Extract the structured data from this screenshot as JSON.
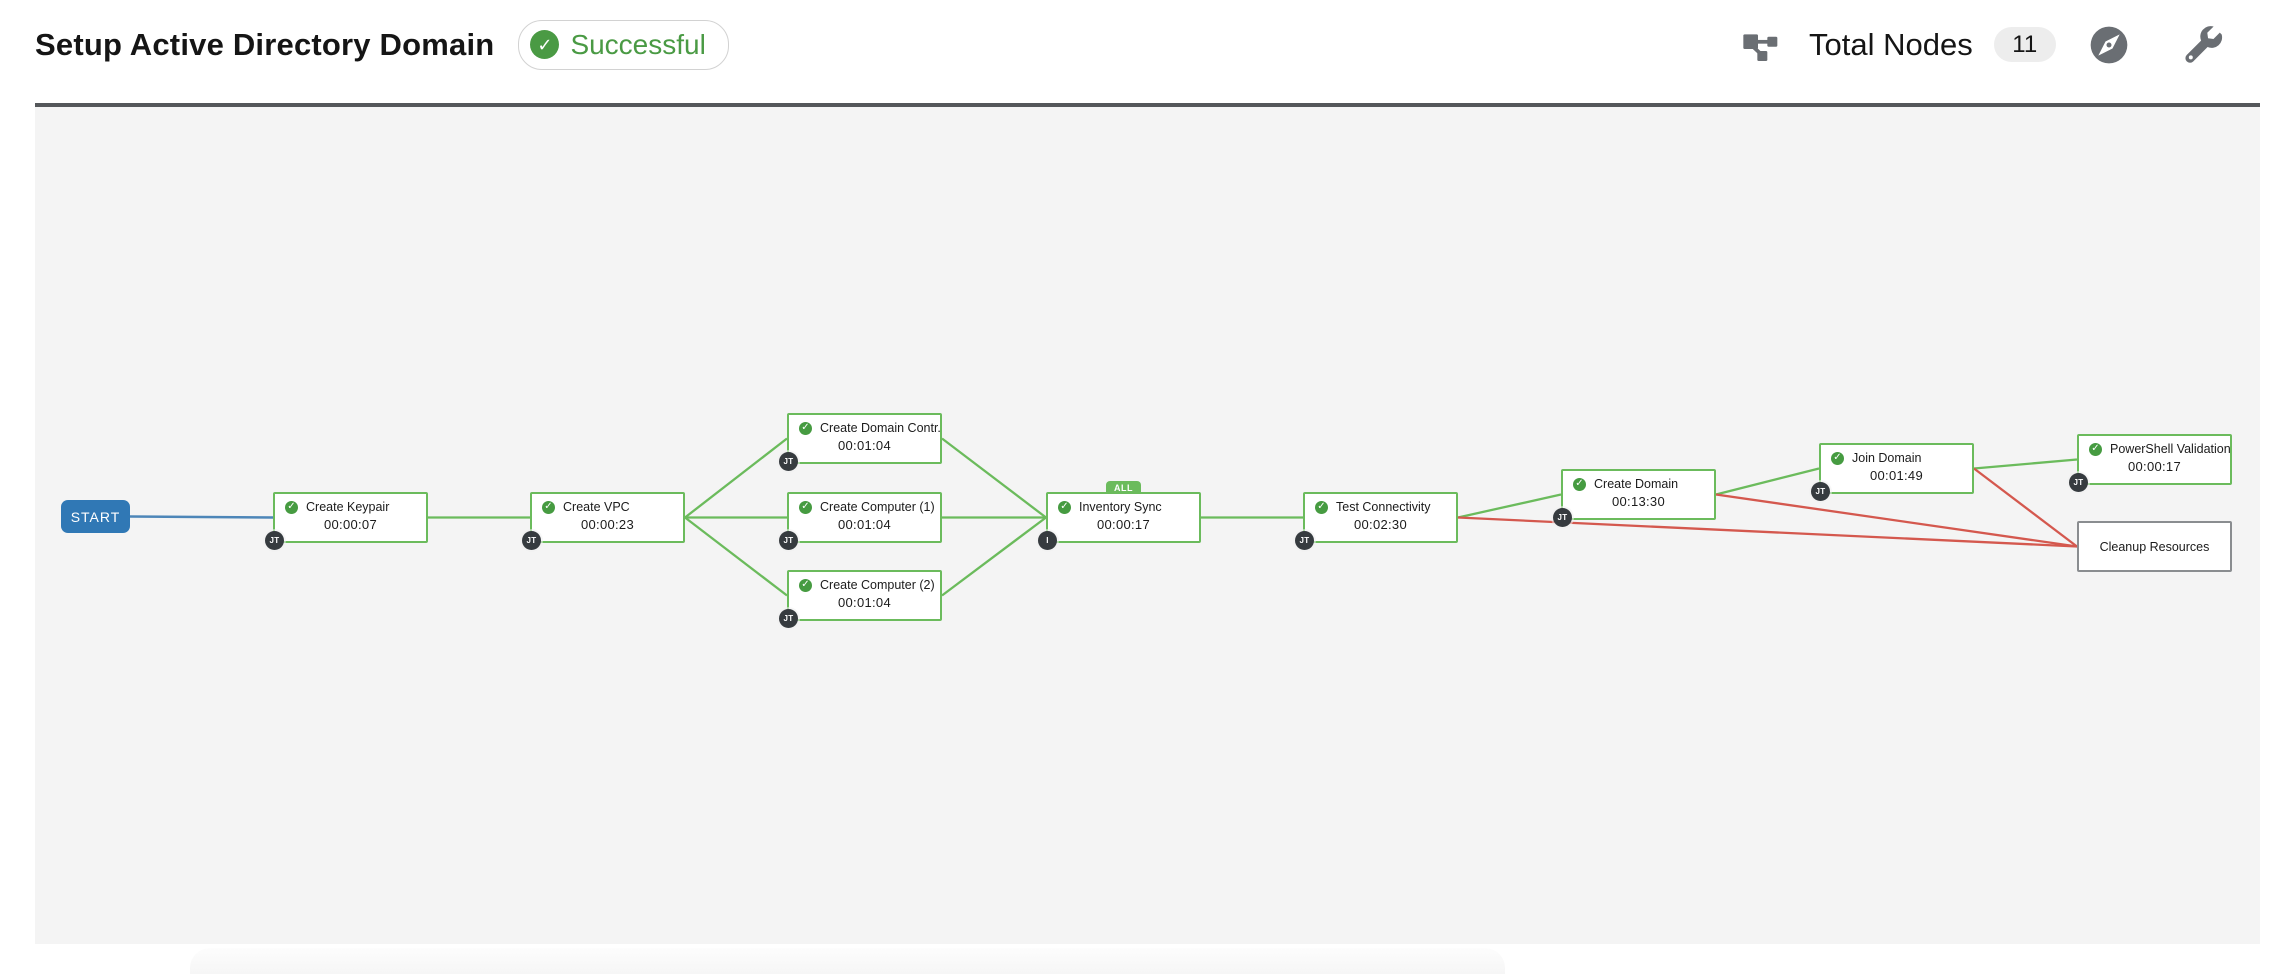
{
  "header": {
    "title": "Setup Active Directory Domain",
    "status_label": "Successful",
    "total_nodes_label": "Total Nodes",
    "total_nodes_count": "11"
  },
  "icons": {
    "status_check": "check-circle-icon",
    "sitemap": "sitemap-icon",
    "compass": "compass-icon",
    "wrench": "wrench-icon"
  },
  "colors": {
    "success_green": "#4a9a44",
    "check_icon_green": "#469b41",
    "edge_success": "#6bbb5c",
    "edge_failure": "#d4584e",
    "edge_always": "#4d86b8",
    "node_border_default": "#8a8d90",
    "start_node_blue": "#3078b5",
    "runner_badge_dark": "#363b3f",
    "canvas_background": "#f4f4f4"
  },
  "workflow": {
    "start_label": "START",
    "nodes": [
      {
        "id": "create-keypair",
        "label": "Create Keypair",
        "elapsed": "00:00:07",
        "runner_badge": "JT",
        "status": "successful"
      },
      {
        "id": "create-vpc",
        "label": "Create VPC",
        "elapsed": "00:00:23",
        "runner_badge": "JT",
        "status": "successful"
      },
      {
        "id": "create-domain-controller",
        "label": "Create Domain Contr...",
        "elapsed": "00:01:04",
        "runner_badge": "JT",
        "status": "successful"
      },
      {
        "id": "create-computer-1",
        "label": "Create Computer (1)",
        "elapsed": "00:01:04",
        "runner_badge": "JT",
        "status": "successful"
      },
      {
        "id": "create-computer-2",
        "label": "Create Computer (2)",
        "elapsed": "00:01:04",
        "runner_badge": "JT",
        "status": "successful"
      },
      {
        "id": "inventory-sync",
        "label": "Inventory Sync",
        "elapsed": "00:00:17",
        "runner_badge": "I",
        "status": "successful",
        "convergence_label": "ALL"
      },
      {
        "id": "test-connectivity",
        "label": "Test Connectivity",
        "elapsed": "00:02:30",
        "runner_badge": "JT",
        "status": "successful"
      },
      {
        "id": "create-domain",
        "label": "Create Domain",
        "elapsed": "00:13:30",
        "runner_badge": "JT",
        "status": "successful"
      },
      {
        "id": "join-domain",
        "label": "Join Domain",
        "elapsed": "00:01:49",
        "runner_badge": "JT",
        "status": "successful"
      },
      {
        "id": "powershell-validation",
        "label": "PowerShell Validation",
        "elapsed": "00:00:17",
        "runner_badge": "JT",
        "status": "successful"
      },
      {
        "id": "cleanup-resources",
        "label": "Cleanup Resources",
        "status": "not-run"
      }
    ],
    "edges": [
      {
        "from": "start",
        "to": "create-keypair",
        "type": "always"
      },
      {
        "from": "create-keypair",
        "to": "create-vpc",
        "type": "success"
      },
      {
        "from": "create-vpc",
        "to": "create-domain-controller",
        "type": "success"
      },
      {
        "from": "create-vpc",
        "to": "create-computer-1",
        "type": "success"
      },
      {
        "from": "create-vpc",
        "to": "create-computer-2",
        "type": "success"
      },
      {
        "from": "create-domain-controller",
        "to": "inventory-sync",
        "type": "success"
      },
      {
        "from": "create-computer-1",
        "to": "inventory-sync",
        "type": "success"
      },
      {
        "from": "create-computer-2",
        "to": "inventory-sync",
        "type": "success"
      },
      {
        "from": "inventory-sync",
        "to": "test-connectivity",
        "type": "success"
      },
      {
        "from": "test-connectivity",
        "to": "create-domain",
        "type": "success"
      },
      {
        "from": "test-connectivity",
        "to": "cleanup-resources",
        "type": "failure"
      },
      {
        "from": "create-domain",
        "to": "join-domain",
        "type": "success"
      },
      {
        "from": "create-domain",
        "to": "cleanup-resources",
        "type": "failure"
      },
      {
        "from": "join-domain",
        "to": "powershell-validation",
        "type": "success"
      },
      {
        "from": "join-domain",
        "to": "cleanup-resources",
        "type": "failure"
      }
    ]
  }
}
